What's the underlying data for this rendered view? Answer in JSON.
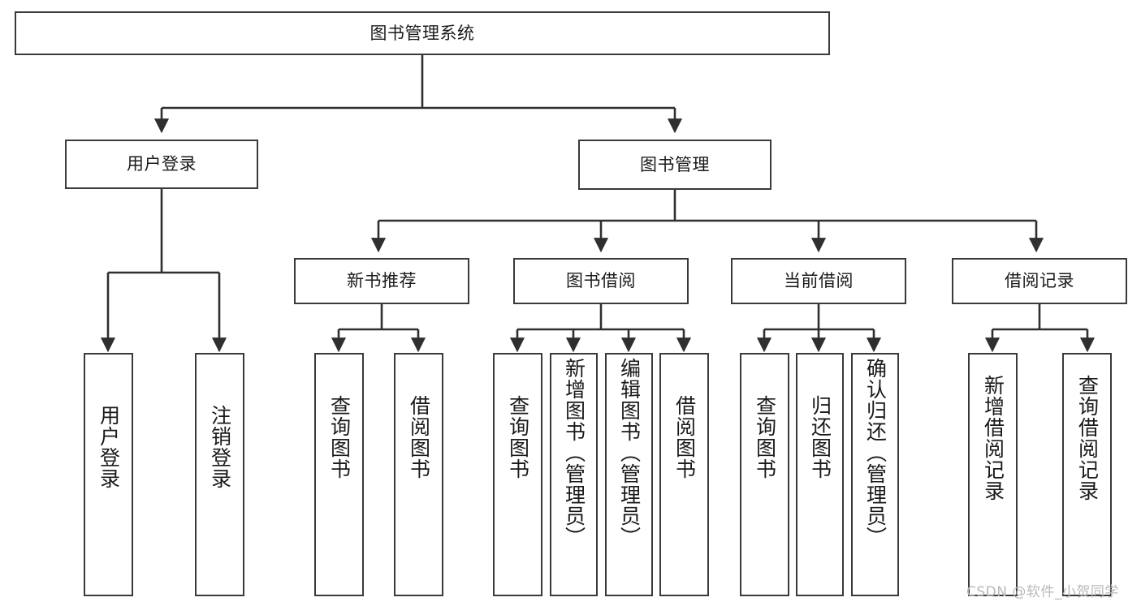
{
  "diagram": {
    "type": "tree",
    "title": "图书管理系统",
    "orientation": "top-down",
    "colors": {
      "box_border": "#3a3a3a",
      "box_fill": "#ffffff",
      "connector": "#2f2f2f",
      "text": "#1a1a1a",
      "watermark": "#b9b9b9",
      "background": "#ffffff"
    },
    "root": {
      "label": "图书管理系统"
    },
    "level1": [
      {
        "label": "用户登录"
      },
      {
        "label": "图书管理"
      }
    ],
    "level2": [
      {
        "label": "新书推荐"
      },
      {
        "label": "图书借阅"
      },
      {
        "label": "当前借阅"
      },
      {
        "label": "借阅记录"
      }
    ],
    "leaves": {
      "user_login": [
        {
          "label": "用户登录"
        },
        {
          "label": "注销登录"
        }
      ],
      "new_book_recommend": [
        {
          "label": "查询图书"
        },
        {
          "label": "借阅图书"
        }
      ],
      "book_borrow": [
        {
          "label": "查询图书"
        },
        {
          "label": "新增图书（管理员）"
        },
        {
          "label": "编辑图书（管理员）"
        },
        {
          "label": "借阅图书"
        }
      ],
      "current_borrow": [
        {
          "label": "查询图书"
        },
        {
          "label": "归还图书"
        },
        {
          "label": "确认归还（管理员）"
        }
      ],
      "borrow_record": [
        {
          "label": "新增借阅记录"
        },
        {
          "label": "查询借阅记录"
        }
      ]
    }
  },
  "watermark": {
    "text": "CSDN @软件_小贺同学"
  }
}
